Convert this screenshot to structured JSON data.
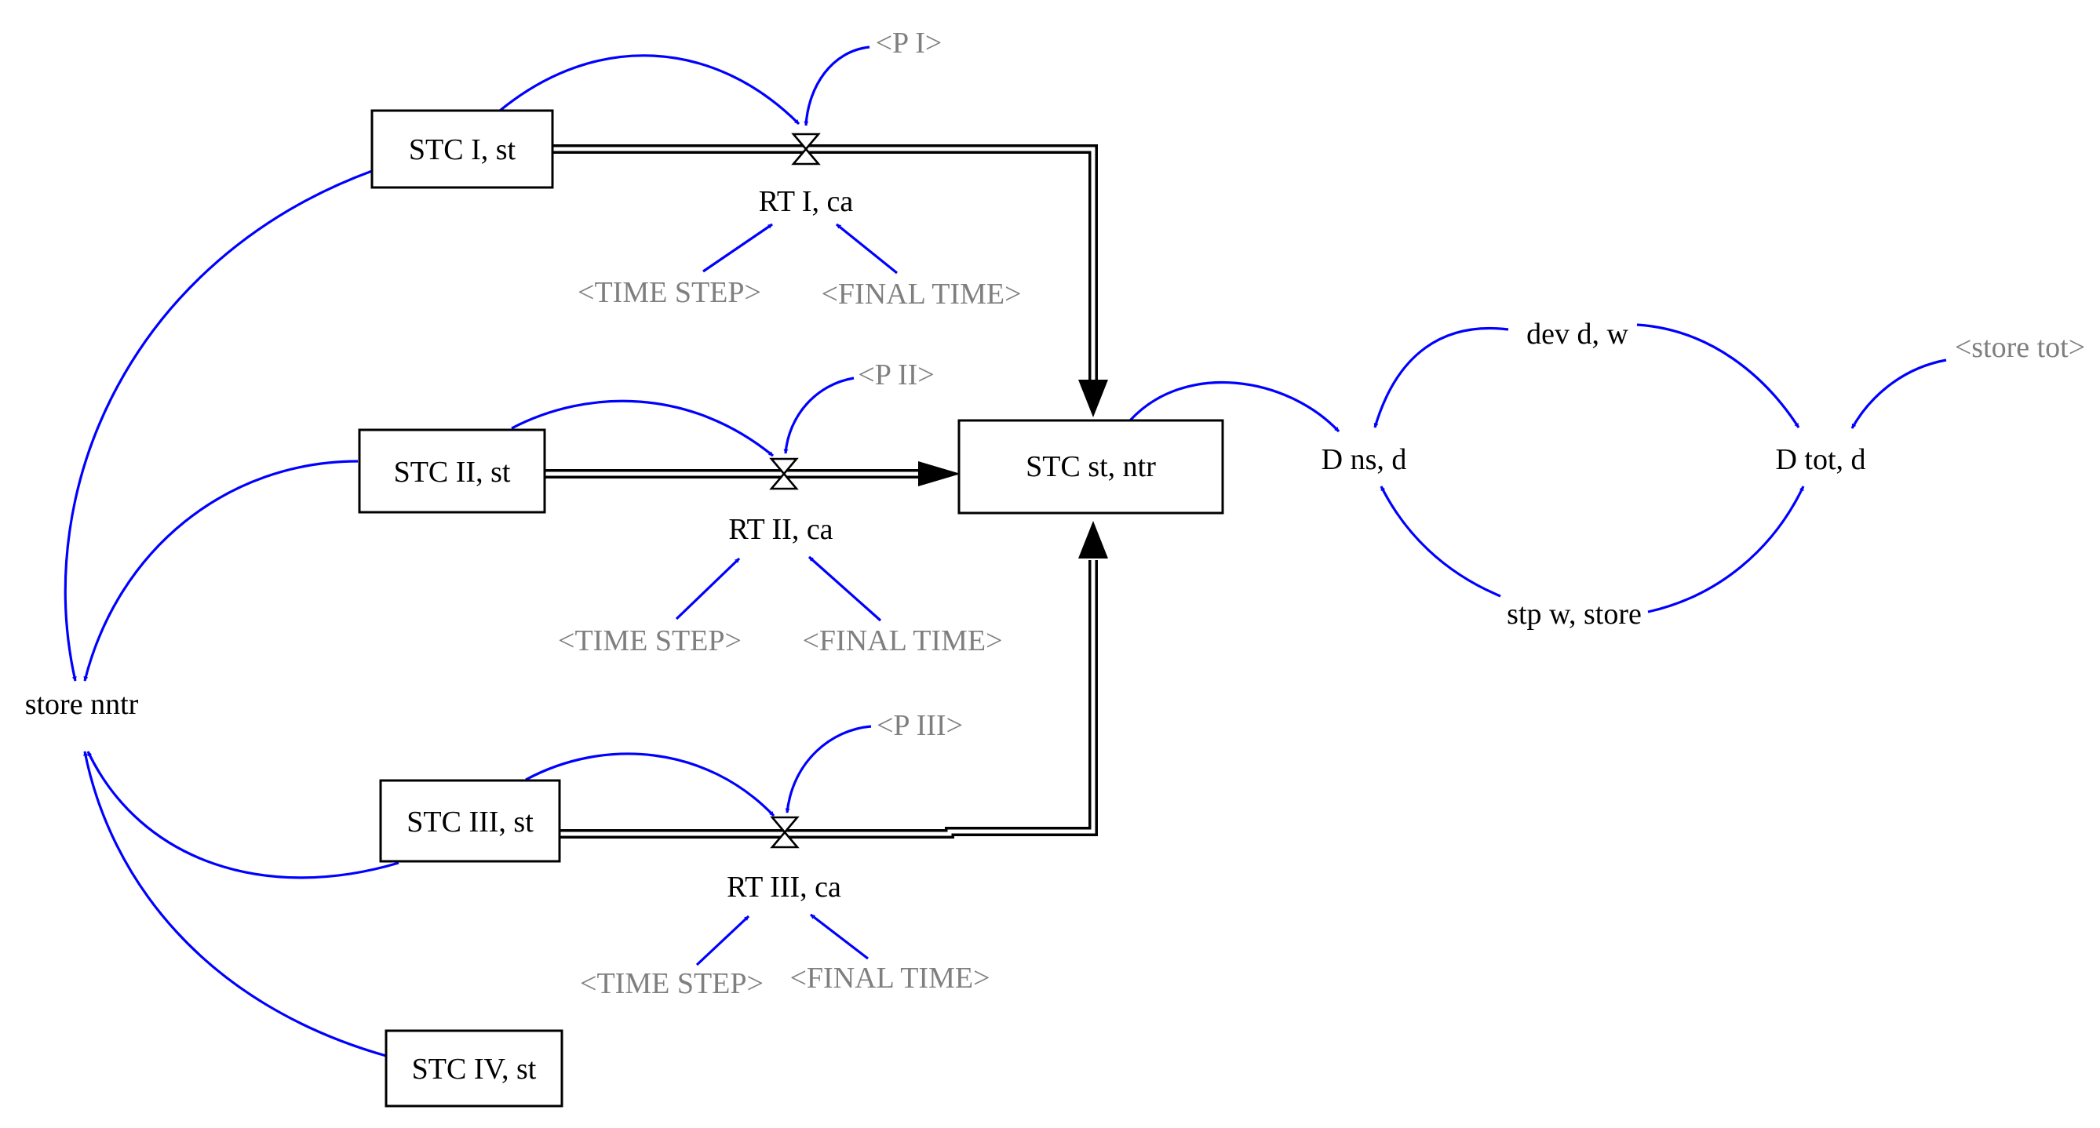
{
  "diagram": {
    "stocks": {
      "stc_1": "STC I, st",
      "stc_2": "STC II, st",
      "stc_3": "STC III, st",
      "stc_4": "STC IV, st",
      "stc_ntr": "STC st, ntr"
    },
    "rates": {
      "rt_1": "RT I, ca",
      "rt_2": "RT II, ca",
      "rt_3": "RT III, ca"
    },
    "variables": {
      "store_nntr": "store nntr",
      "d_ns": "D ns, d",
      "d_tot": "D tot, d",
      "dev": "dev d, w",
      "stp": "stp w, store"
    },
    "shadow_variables": {
      "p1": "<P I>",
      "p2": "<P II>",
      "p3": "<P III>",
      "time_step": "<TIME STEP>",
      "final_time": "<FINAL TIME>",
      "store_tot": "<store tot>"
    },
    "colors": {
      "link": "#0000ff",
      "shadow_text": "#7f7f7f",
      "flow": "#000000"
    }
  }
}
